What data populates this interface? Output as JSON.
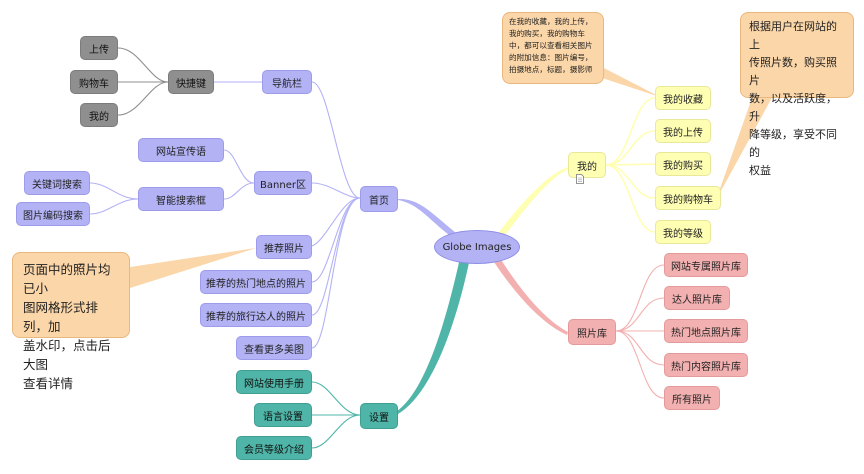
{
  "root": {
    "label": "Globe Images"
  },
  "home": {
    "label": "首页",
    "navbar": {
      "label": "导航栏"
    },
    "shortcuts": {
      "label": "快捷键",
      "items": [
        "上传",
        "购物车",
        "我的"
      ]
    },
    "banner": {
      "label": "Banner区"
    },
    "slogan": {
      "label": "网站宣传语"
    },
    "smart_search": {
      "label": "智能搜索框",
      "items": [
        "关键词搜索",
        "图片编码搜索"
      ]
    },
    "recommend": [
      "推荐照片",
      "推荐的热门地点的照片",
      "推荐的旅行达人的照片",
      "查看更多美图"
    ]
  },
  "settings": {
    "label": "设置",
    "items": [
      "网站使用手册",
      "语言设置",
      "会员等级介绍"
    ]
  },
  "mine": {
    "label": "我的",
    "items": [
      "我的收藏",
      "我的上传",
      "我的购买",
      "我的购物车",
      "我的等级"
    ]
  },
  "gallery": {
    "label": "照片库",
    "items": [
      "网站专属照片库",
      "达人照片库",
      "热门地点照片库",
      "热门内容照片库",
      "所有照片"
    ]
  },
  "notes": {
    "mine_note": "在我的收藏，我的上传，\n我的购买，我的购物车\n中，都可以查看相关图片\n的附加信息：图片编号，\n拍摄地点，标题，摄影师",
    "level_note": "根据用户在网站的上\n传照片数，购买照片\n数，以及活跃度，升\n降等级，享受不同的\n权益",
    "photo_note": "页面中的照片均已小\n图网格形式排列，加\n盖水印，点击后大图\n查看详情"
  },
  "colors": {
    "home_branch": "#b3b2f5",
    "shortcut_branch": "#8f8f8f",
    "mine_branch": "#ffffb4",
    "gallery_branch": "#f3b0b0",
    "settings_branch": "#4fb5a8",
    "note_fill": "#fbd6a8"
  },
  "icons": {
    "mine_attachment": "document-icon"
  }
}
